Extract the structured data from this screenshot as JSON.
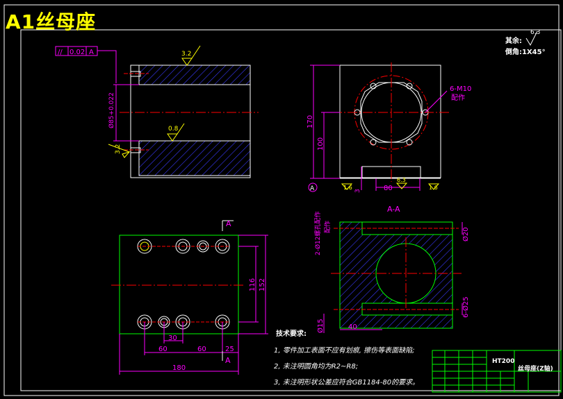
{
  "drawing_title": "A1丝母座",
  "roughness_note": {
    "label": "其余:",
    "value": "6.3"
  },
  "chamfer_note": "倒角:1X45°",
  "tolerance_frame": {
    "symbol": "//",
    "value": "0.02",
    "datum": "A"
  },
  "roughness_marks": {
    "top": "3.2",
    "mid": "0.8",
    "left": "3.2",
    "bottom_a": "1.6",
    "bottom_b": "6.3",
    "bottom_c": "1.6"
  },
  "dims": {
    "bore": "Ø85+0.022",
    "height_170": "170",
    "height_100": "100",
    "width_80": "80",
    "gap_3": "3",
    "datum_label": "A",
    "thread_note": "6-M10",
    "thread_note2": "配作",
    "section_title": "A-A",
    "section_mark_top": "A",
    "section_mark_bottom": "A",
    "hole_note": "2-Ø12螺孔配作",
    "hole_note2": "配作",
    "d_phi20": "Ø20",
    "d_phi25": "6-Ø25",
    "d_phi15": "Ø15",
    "d_40": "40",
    "d_116": "116",
    "d_152": "152",
    "d_30": "30",
    "d_60a": "60",
    "d_60b": "60",
    "d_25": "25",
    "d_180": "180"
  },
  "tech_requirements": {
    "heading": "技术要求:",
    "items": [
      "1, 零件加工表面不应有划痕, 擦伤等表面缺陷;",
      "2, 未注明圆角均为R2~R8;",
      "3, 未注明形状公差应符合GB1184-80的要求。"
    ]
  },
  "title_block": {
    "material": "HT200",
    "part_name": "丝母座(Z轴)"
  },
  "colors": {
    "background": "#000000",
    "outline": "#ffffff",
    "green": "#00ff00",
    "magenta": "#ff00ff",
    "red": "#ff0000",
    "hatch": "#3a3aff",
    "yellow": "#ffff00",
    "cyan": "#00ffff"
  }
}
